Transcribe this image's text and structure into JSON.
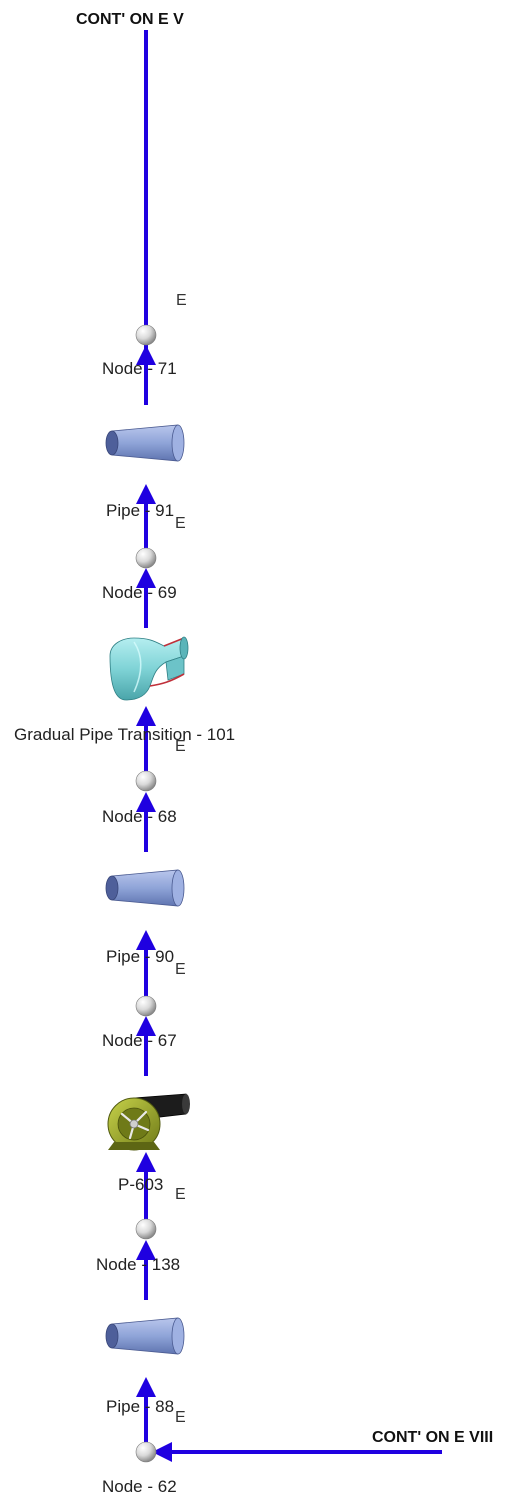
{
  "labels": {
    "cont_top": "CONT' ON E V",
    "cont_bottom": "CONT' ON E VIII",
    "node_71": "Node - 71",
    "pipe_91": "Pipe - 91",
    "node_69": "Node - 69",
    "transition_101": "Gradual Pipe Transition - 101",
    "node_68": "Node - 68",
    "pipe_90": "Pipe - 90",
    "node_67": "Node - 67",
    "pump_603": "P-603",
    "node_138": "Node - 138",
    "pipe_88": "Pipe - 88",
    "node_62": "Node - 62",
    "e_marker": "E"
  },
  "colors": {
    "flow_line": "#1f00e0",
    "pipe_fill": "#8fa4d8",
    "transition_fill": "#7fd3d6",
    "pump_body": "#9aa82a",
    "node_fill": "#e6e6e6"
  },
  "icons": {
    "pipe": "pipe-icon",
    "transition": "gradual-transition-icon",
    "pump": "pump-icon",
    "node": "node-sphere-icon",
    "arrow": "flow-arrow-icon"
  }
}
